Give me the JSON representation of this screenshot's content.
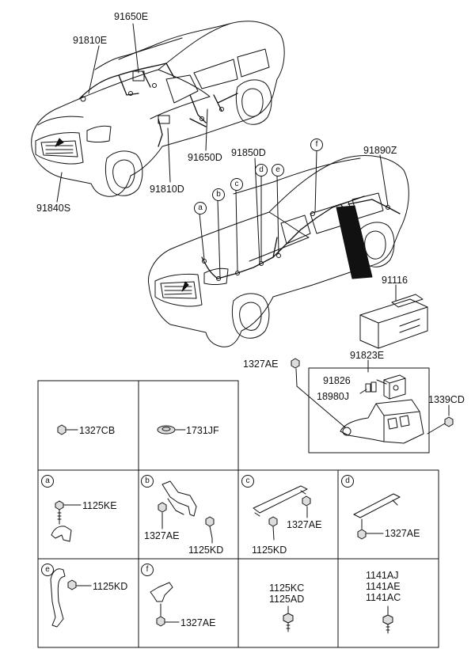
{
  "parts": {
    "p91650E": "91650E",
    "p91810E": "91810E",
    "p91840S": "91840S",
    "p91810D": "91810D",
    "p91650D": "91650D",
    "p91850D": "91850D",
    "p91890Z": "91890Z",
    "p91116": "91116",
    "p91823E": "91823E",
    "p91826": "91826",
    "p18980J": "18980J",
    "p1327AE": "1327AE",
    "p1339CD": "1339CD"
  },
  "callouts": [
    "a",
    "b",
    "c",
    "d",
    "e",
    "f"
  ],
  "grid": {
    "cell_cb": {
      "part": "1327CB"
    },
    "cell_jf": {
      "part": "1731JF"
    },
    "cell_a": {
      "letter": "a",
      "part1": "1125KE"
    },
    "cell_b": {
      "letter": "b",
      "part1": "1327AE",
      "part2": "1125KD"
    },
    "cell_c": {
      "letter": "c",
      "part1": "1327AE",
      "part2": "1125KD"
    },
    "cell_d": {
      "letter": "d",
      "part1": "1327AE"
    },
    "cell_e": {
      "letter": "e",
      "part1": "1125KD"
    },
    "cell_f": {
      "letter": "f",
      "part1": "1327AE"
    },
    "cell_kc": {
      "part1": "1125KC",
      "part2": "1125AD"
    },
    "cell_aj": {
      "part1": "1141AJ",
      "part2": "1141AE",
      "part3": "1141AC"
    }
  }
}
